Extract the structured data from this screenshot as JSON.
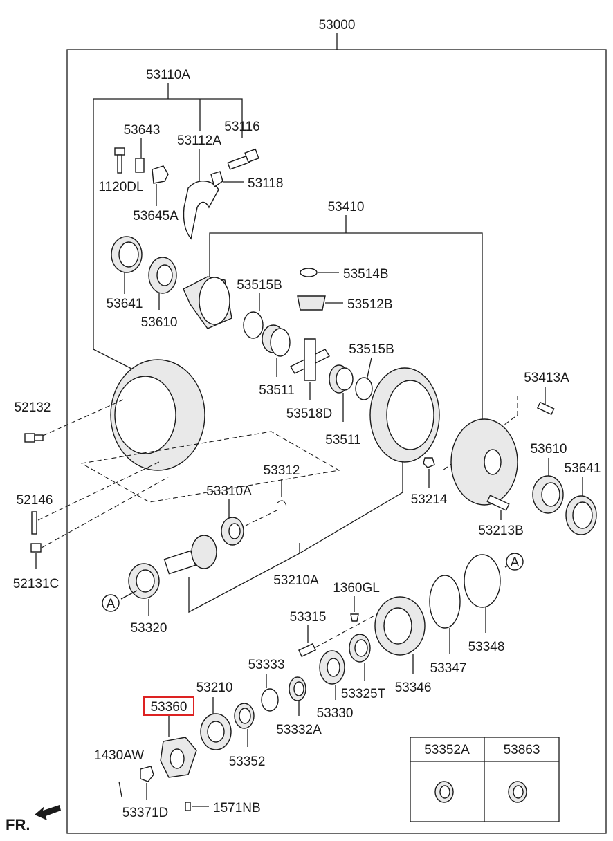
{
  "diagram": {
    "top_label": "53000",
    "orientation_label": "FR.",
    "highlighted_part": "53360",
    "parts": {
      "p53110A": "53110A",
      "p53643": "53643",
      "p53112A": "53112A",
      "p53116": "53116",
      "p1120DL": "1120DL",
      "p53118": "53118",
      "p53645A": "53645A",
      "p53410": "53410",
      "p53514B": "53514B",
      "p53515B_a": "53515B",
      "p53512B": "53512B",
      "p53641_a": "53641",
      "p53610_a": "53610",
      "p53511_a": "53511",
      "p53515B_b": "53515B",
      "p52132": "52132",
      "p53518D": "53518D",
      "p53511_b": "53511",
      "p53413A": "53413A",
      "p53610_b": "53610",
      "p53641_b": "53641",
      "p53312": "53312",
      "p52146": "52146",
      "p53310A": "53310A",
      "p53214": "53214",
      "p53213B": "53213B",
      "p52131C": "52131C",
      "p53210A": "53210A",
      "p1360GL": "1360GL",
      "p53320": "53320",
      "p53315": "53315",
      "p53348": "53348",
      "p53333": "53333",
      "p53210": "53210",
      "p53360": "53360",
      "p53325T": "53325T",
      "p53346": "53346",
      "p53347": "53347",
      "p53330": "53330",
      "p53332A": "53332A",
      "p1430AW": "1430AW",
      "p53352": "53352",
      "p53371D": "53371D",
      "p1571NB": "1571NB"
    },
    "callouts": {
      "a_left": "A",
      "a_right": "A"
    },
    "inset_table": {
      "col1": "53352A",
      "col2": "53863"
    }
  }
}
